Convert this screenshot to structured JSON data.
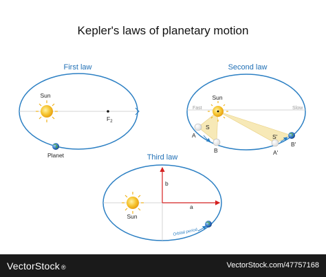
{
  "title": "Kepler's laws of planetary motion",
  "first_law": {
    "heading": "First law",
    "sun_label": "Sun",
    "focus_label": "F",
    "focus_subscript": "2",
    "planet_label": "Planet"
  },
  "second_law": {
    "heading": "Second law",
    "sun_label": "Sun",
    "fast_label": "Fast",
    "slow_label": "Slow",
    "point_a": "A",
    "point_b": "B",
    "area_s": "S",
    "point_a_prime": "A'",
    "point_b_prime": "B'",
    "area_s_prime": "S'"
  },
  "third_law": {
    "heading": "Third law",
    "sun_label": "Sun",
    "semi_minor": "b",
    "semi_major": "a",
    "period_label": "Orbital period"
  },
  "colors": {
    "orbit": "#2b7fc3",
    "heading": "#1f6fb5",
    "sun": "#f6c531",
    "sweep_area": "#f7e9b7",
    "axis_arrow": "#d42020",
    "footer": "#1a1a1a"
  },
  "footer": {
    "brand": "VectorStock",
    "registered": "®",
    "image_id": "VectorStock.com/47757168"
  }
}
